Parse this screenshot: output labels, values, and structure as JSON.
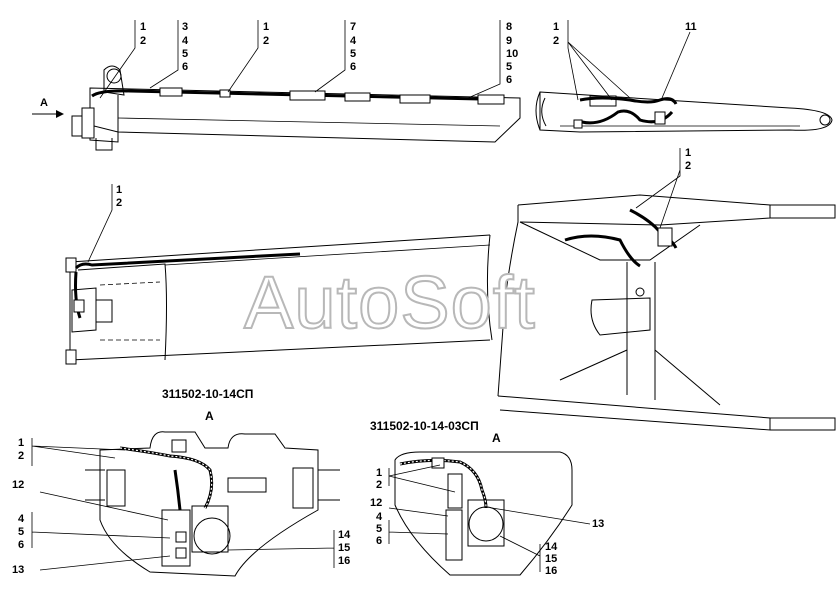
{
  "watermark": "AutoSoft",
  "view_letters": {
    "arrow_A": "A",
    "view_A_left": "A",
    "view_A_right": "A"
  },
  "captions": {
    "left": "311502-10-14СП",
    "right": "311502-10-14-03СП"
  },
  "callouts": {
    "top_a": [
      "1",
      "2"
    ],
    "top_b": [
      "3",
      "4",
      "5",
      "6"
    ],
    "top_c": [
      "1",
      "2"
    ],
    "top_d": [
      "7",
      "4",
      "5",
      "6"
    ],
    "top_e": [
      "8",
      "9",
      "10",
      "5",
      "6"
    ],
    "top_f": [
      "1",
      "2"
    ],
    "top_g": "11",
    "mid_left": [
      "1",
      "2"
    ],
    "mid_right": [
      "1",
      "2"
    ],
    "bl_12": [
      "1",
      "2"
    ],
    "bl_single_12": "12",
    "bl_456": [
      "4",
      "5",
      "6"
    ],
    "bl_single_13": "13",
    "bl_141516": [
      "14",
      "15",
      "16"
    ],
    "br_12": [
      "1",
      "2"
    ],
    "br_single_12": "12",
    "br_456": [
      "4",
      "5",
      "6"
    ],
    "br_single_13": "13",
    "br_141516": [
      "14",
      "15",
      "16"
    ]
  }
}
